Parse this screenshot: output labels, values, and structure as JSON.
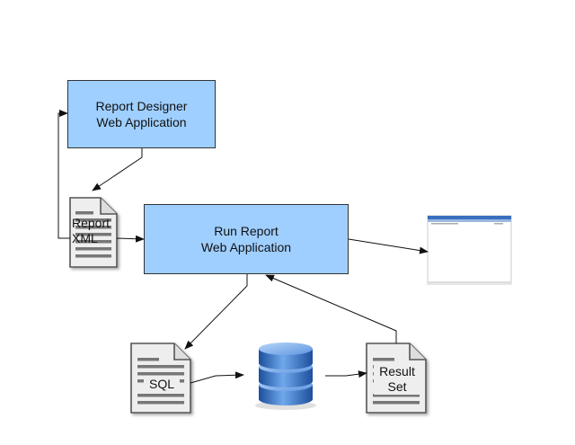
{
  "nodes": {
    "report_designer": {
      "line1": "Report Designer",
      "line2": "Web Application"
    },
    "run_report": {
      "line1": "Run Report",
      "line2": "Web Application"
    },
    "report_xml": {
      "line1": "Report",
      "line2": "XML"
    },
    "sql": {
      "label": "SQL"
    },
    "result_set": {
      "line1": "Result",
      "line2": "Set"
    }
  },
  "colors": {
    "box_fill": "#9fcfff",
    "doc_fill": "#eeeeee",
    "doc_line": "#555555",
    "db_blue": "#3a7bd5"
  },
  "icons": {
    "document": "document-icon",
    "database": "database-icon",
    "browser": "browser-window-icon"
  }
}
